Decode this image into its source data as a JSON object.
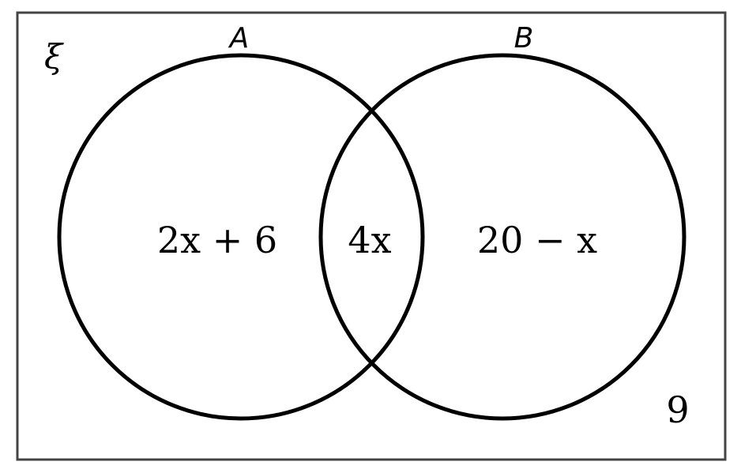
{
  "diagram": {
    "universal_symbol": "ξ",
    "set_a_label": "A",
    "set_b_label": "B",
    "region_a_only": "2x + 6",
    "region_intersection": "4x",
    "region_b_only": "20 − x",
    "region_outside": "9",
    "stroke_color": "#000000",
    "background_color": "#ffffff"
  }
}
